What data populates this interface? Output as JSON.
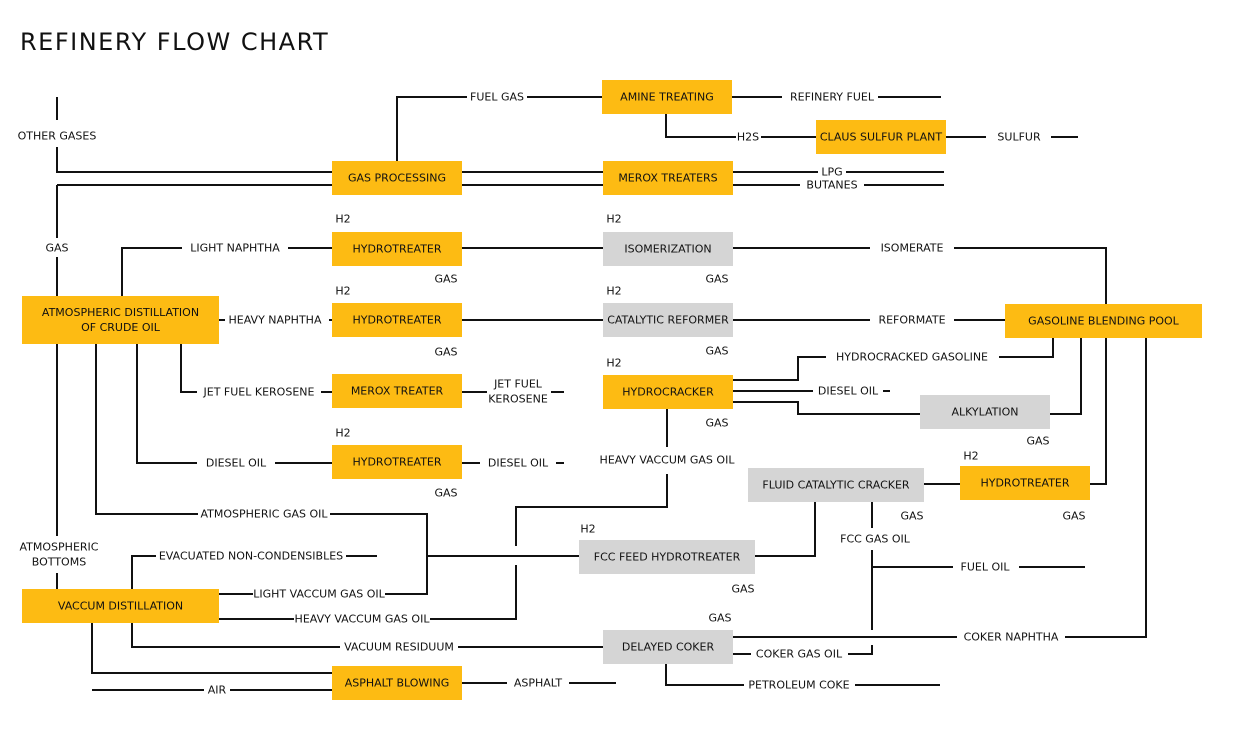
{
  "title": "REFINERY FLOW CHART",
  "colors": {
    "primary": "#FDBB13",
    "secondary": "#D5D5D5",
    "line": "#111111",
    "text": "#111111"
  },
  "nodes": [
    {
      "id": "amine",
      "label": "AMINE TREATING",
      "kind": "primary"
    },
    {
      "id": "claus",
      "label": "CLAUS SULFUR PLANT",
      "kind": "primary"
    },
    {
      "id": "gasproc",
      "label": "GAS PROCESSING",
      "kind": "primary"
    },
    {
      "id": "merox1",
      "label": "MEROX TREATERS",
      "kind": "primary"
    },
    {
      "id": "ht1",
      "label": "HYDROTREATER",
      "kind": "primary"
    },
    {
      "id": "iso",
      "label": "ISOMERIZATION",
      "kind": "secondary"
    },
    {
      "id": "ads",
      "label": "ATMOSPHERIC DISTILLATION\nOF CRUDE OIL",
      "kind": "primary"
    },
    {
      "id": "ht2",
      "label": "HYDROTREATER",
      "kind": "primary"
    },
    {
      "id": "reformer",
      "label": "CATALYTIC REFORMER",
      "kind": "secondary"
    },
    {
      "id": "gbp",
      "label": "GASOLINE BLENDING POOL",
      "kind": "primary"
    },
    {
      "id": "merox2",
      "label": "MEROX TREATER",
      "kind": "primary"
    },
    {
      "id": "hcr",
      "label": "HYDROCRACKER",
      "kind": "primary"
    },
    {
      "id": "alky",
      "label": "ALKYLATION",
      "kind": "secondary"
    },
    {
      "id": "ht3",
      "label": "HYDROTREATER",
      "kind": "primary"
    },
    {
      "id": "fcc",
      "label": "FLUID CATALYTIC CRACKER",
      "kind": "secondary"
    },
    {
      "id": "ht4",
      "label": "HYDROTREATER",
      "kind": "primary"
    },
    {
      "id": "fccfeed",
      "label": "FCC FEED HYDROTREATER",
      "kind": "secondary"
    },
    {
      "id": "vd",
      "label": "VACCUM DISTILLATION",
      "kind": "primary"
    },
    {
      "id": "coker",
      "label": "DELAYED COKER",
      "kind": "secondary"
    },
    {
      "id": "asphalt",
      "label": "ASPHALT BLOWING",
      "kind": "primary"
    }
  ],
  "labels": [
    {
      "id": "fuel_gas",
      "text": "FUEL GAS"
    },
    {
      "id": "refinery_fuel",
      "text": "REFINERY FUEL"
    },
    {
      "id": "h2s",
      "text": "H2S"
    },
    {
      "id": "sulfur",
      "text": "SULFUR"
    },
    {
      "id": "other_gases",
      "text": "OTHER GASES"
    },
    {
      "id": "lpg",
      "text": "LPG"
    },
    {
      "id": "butanes",
      "text": "BUTANES"
    },
    {
      "id": "h2_ht1",
      "text": "H2"
    },
    {
      "id": "h2_iso",
      "text": "H2"
    },
    {
      "id": "gas_left",
      "text": "GAS"
    },
    {
      "id": "light_naphtha",
      "text": "LIGHT NAPHTHA"
    },
    {
      "id": "isomerate",
      "text": "ISOMERATE"
    },
    {
      "id": "gas_ht1",
      "text": "GAS"
    },
    {
      "id": "gas_iso",
      "text": "GAS"
    },
    {
      "id": "h2_ht2",
      "text": "H2"
    },
    {
      "id": "h2_ref",
      "text": "H2"
    },
    {
      "id": "heavy_naphtha",
      "text": "HEAVY NAPHTHA"
    },
    {
      "id": "reformate",
      "text": "REFORMATE"
    },
    {
      "id": "gas_ht2",
      "text": "GAS"
    },
    {
      "id": "gas_ref",
      "text": "GAS"
    },
    {
      "id": "h2_hcr",
      "text": "H2"
    },
    {
      "id": "hc_gasoline",
      "text": "HYDROCRACKED GASOLINE"
    },
    {
      "id": "jet_fuel_kerosene",
      "text": "JET FUEL KEROSENE"
    },
    {
      "id": "jet_fuel_out_1",
      "text": "JET FUEL"
    },
    {
      "id": "jet_fuel_out_2",
      "text": "KEROSENE"
    },
    {
      "id": "diesel_hcr",
      "text": "DIESEL OIL"
    },
    {
      "id": "gas_hcr",
      "text": "GAS"
    },
    {
      "id": "gas_alky",
      "text": "GAS"
    },
    {
      "id": "h2_ht3",
      "text": "H2"
    },
    {
      "id": "h2_ht4",
      "text": "H2"
    },
    {
      "id": "diesel_in",
      "text": "DIESEL OIL"
    },
    {
      "id": "diesel_out",
      "text": "DIESEL OIL"
    },
    {
      "id": "hvgo_top",
      "text": "HEAVY VACCUM GAS OIL"
    },
    {
      "id": "gas_ht3",
      "text": "GAS"
    },
    {
      "id": "atm_gas_oil",
      "text": "ATMOSPHERIC GAS OIL"
    },
    {
      "id": "gas_fcc",
      "text": "GAS"
    },
    {
      "id": "gas_ht4",
      "text": "GAS"
    },
    {
      "id": "h2_fccfeed",
      "text": "H2"
    },
    {
      "id": "atm_bottoms_1",
      "text": "ATMOSPHERIC"
    },
    {
      "id": "atm_bottoms_2",
      "text": "BOTTOMS"
    },
    {
      "id": "evac",
      "text": "EVACUATED NON-CONDENSIBLES"
    },
    {
      "id": "fcc_gas_oil",
      "text": "FCC GAS OIL"
    },
    {
      "id": "fuel_oil",
      "text": "FUEL OIL"
    },
    {
      "id": "gas_fccfeed",
      "text": "GAS"
    },
    {
      "id": "lvgo",
      "text": "LIGHT VACCUM GAS OIL"
    },
    {
      "id": "gas_coker",
      "text": "GAS"
    },
    {
      "id": "hvgo_bottom",
      "text": "HEAVY VACCUM GAS OIL"
    },
    {
      "id": "coker_naphtha",
      "text": "COKER NAPHTHA"
    },
    {
      "id": "vac_residuum",
      "text": "VACUUM RESIDUUM"
    },
    {
      "id": "coker_gas_oil",
      "text": "COKER GAS OIL"
    },
    {
      "id": "asphalt_out",
      "text": "ASPHALT"
    },
    {
      "id": "air",
      "text": "AIR"
    },
    {
      "id": "pet_coke",
      "text": "PETROLEUM COKE"
    }
  ]
}
